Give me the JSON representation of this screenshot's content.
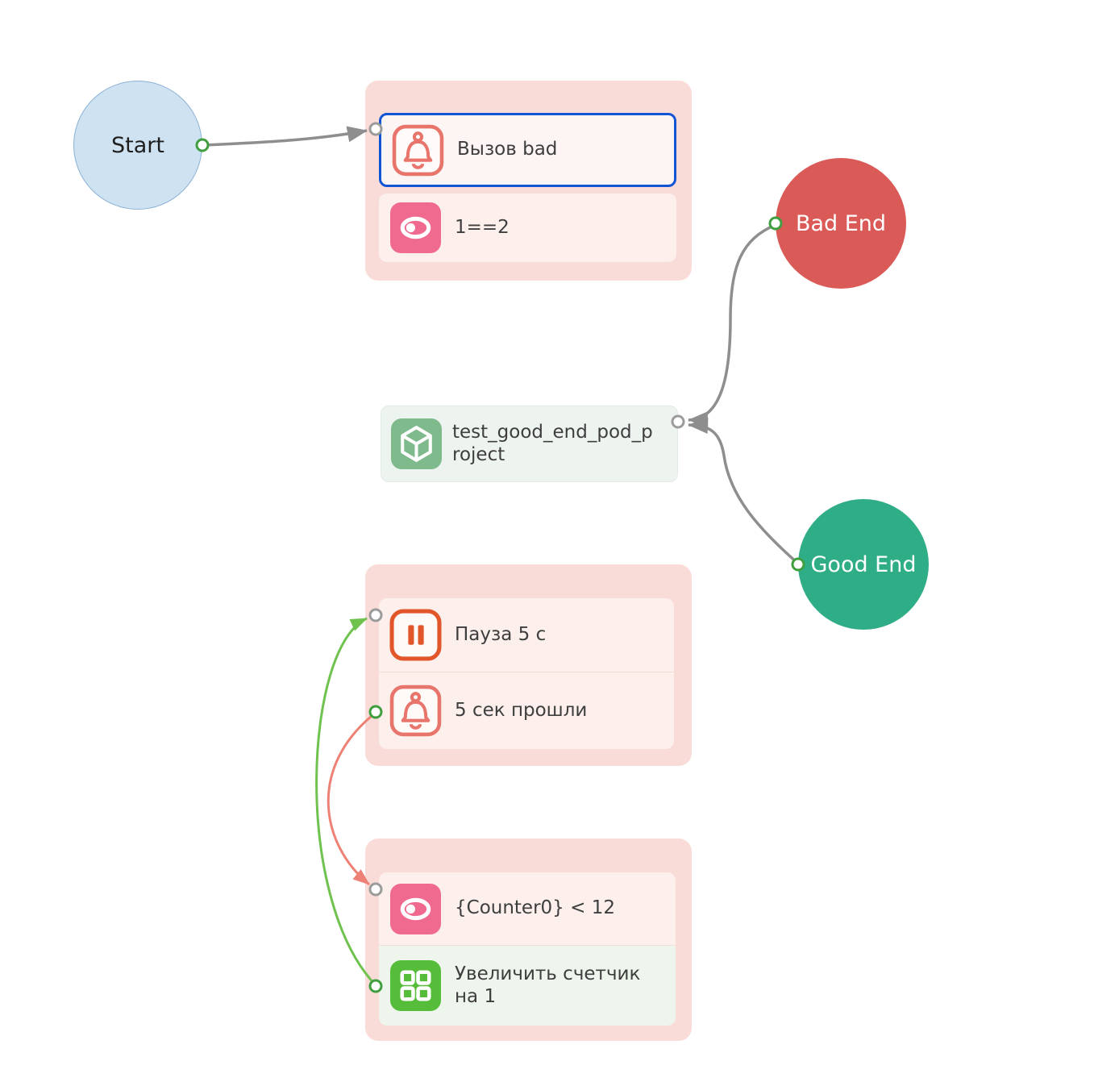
{
  "diagram": {
    "start": {
      "label": "Start"
    },
    "bad_end": {
      "label": "Bad End"
    },
    "good_end": {
      "label": "Good End"
    },
    "call_block": {
      "rows": [
        {
          "label": "Вызов bad",
          "icon": "bell-icon",
          "selected": true
        },
        {
          "label": "1==2",
          "icon": "toggle-icon",
          "selected": false
        }
      ]
    },
    "project_block": {
      "label": "test_good_end_pod_project",
      "icon": "cube-icon"
    },
    "pause_block": {
      "rows": [
        {
          "label": "Пауза 5 с",
          "icon": "pause-icon"
        },
        {
          "label": "5 сек прошли",
          "icon": "bell-icon"
        }
      ]
    },
    "counter_block": {
      "rows": [
        {
          "label": "{Counter0} < 12",
          "icon": "toggle-icon"
        },
        {
          "label": "Увеличить счетчик на 1",
          "icon": "grid-icon"
        }
      ]
    }
  },
  "colors": {
    "start_fill": "#cfe2f2",
    "start_border": "#8ab1d6",
    "bad_end_fill": "#da5a57",
    "good_end_fill": "#2fad87",
    "group_bg": "#f9dcd8",
    "row_bg": "#fcefec",
    "selected_row_bg": "#fdf5f3",
    "selected_border": "#1155d4",
    "mint_row_bg": "#edf5ec",
    "project_bg": "#edf3ef",
    "text": "#3e3e3e",
    "edge_gray": "#8e8e8e",
    "edge_green": "#70c24f",
    "edge_red": "#ee8175",
    "port_source_ring": "#3f9f3f",
    "port_target_ring": "#9b9b9b",
    "bell_icon": "#e8756b",
    "pause_icon": "#e2562c",
    "toggle_icon": "#ef6a8e",
    "grid_icon": "#56bd3b",
    "cube_icon": "#7eba8b"
  }
}
